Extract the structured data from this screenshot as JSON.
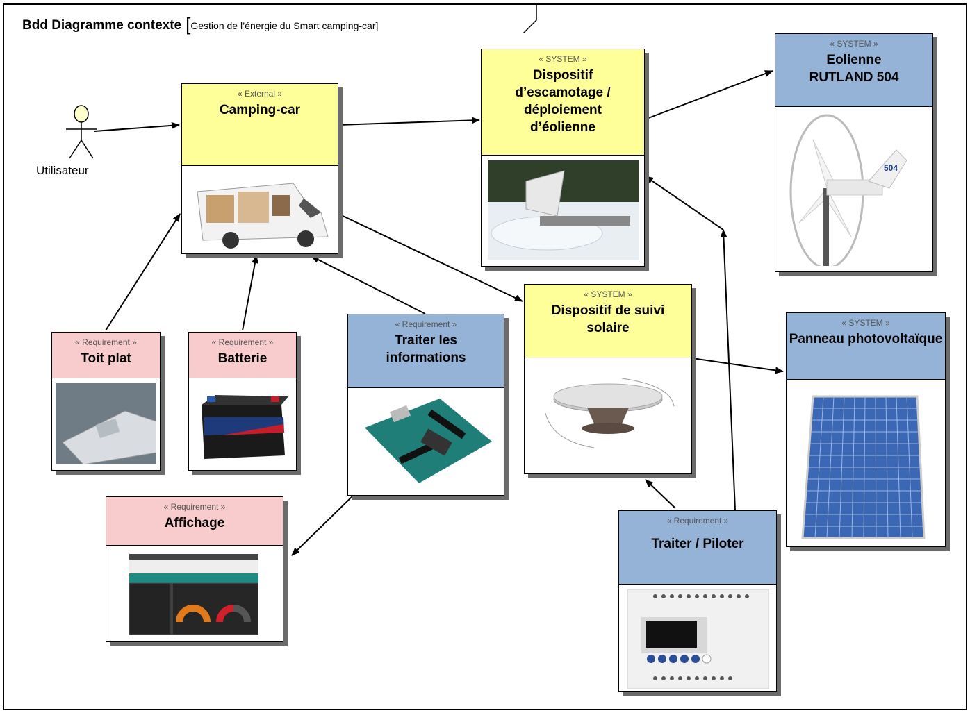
{
  "diagram": {
    "title_bold": "Bdd Diagramme contexte",
    "title_bracket": "[",
    "title_sub": "Gestion de l’énergie du Smart camping-car]"
  },
  "actor": {
    "label": "Utilisateur"
  },
  "blocks": {
    "camping_car": {
      "stereotype": "« External »",
      "name": "Camping-car"
    },
    "escamotage": {
      "stereotype": "« SYSTEM »",
      "name": "Dispositif d’escamotage / déploiement d’éolienne"
    },
    "eolienne": {
      "stereotype": "« SYSTEM »",
      "name": "Eolienne RUTLAND 504",
      "image_text": "504"
    },
    "suivi": {
      "stereotype": "« SYSTEM »",
      "name": "Dispositif de suivi solaire"
    },
    "panneau": {
      "stereotype": "« SYSTEM »",
      "name": "Panneau photovoltaïque"
    },
    "traiter_info": {
      "stereotype": "« Requirement »",
      "name": "Traiter les informations"
    },
    "toit": {
      "stereotype": "« Requirement »",
      "name": "Toit plat"
    },
    "batterie": {
      "stereotype": "« Requirement »",
      "name": "Batterie"
    },
    "affichage": {
      "stereotype": "« Requirement »",
      "name": "Affichage"
    },
    "piloter": {
      "stereotype": "« Requirement »",
      "name": "Traiter / Piloter"
    }
  },
  "colors": {
    "system_yellow": "#ffff99",
    "system_blue": "#95b3d7",
    "requirement_pink": "#f8cbcc",
    "requirement_blue": "#95b3d7"
  }
}
